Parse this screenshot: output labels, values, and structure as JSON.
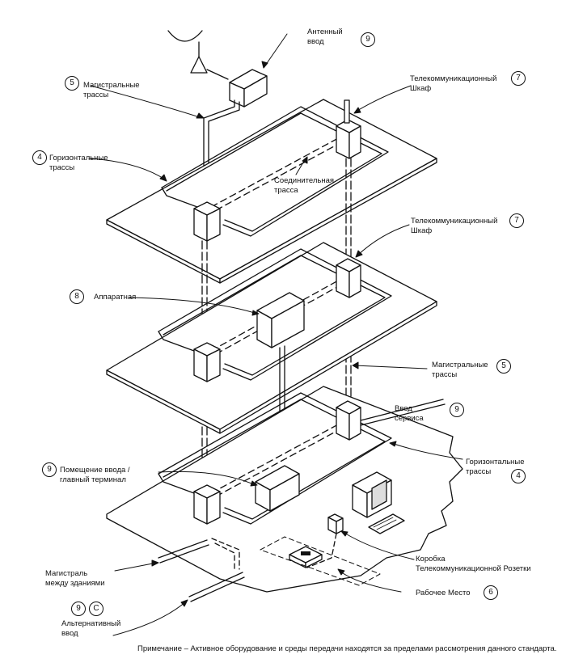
{
  "labels": {
    "antenna_entry": "Антенный\nввод",
    "backbone_top": "Магистральные\nтрассы",
    "horizontal_top": "Горизонтальные\nтрассы",
    "connecting_route": "Соединительная\nтрасса",
    "telecom_closet_top": "Телекоммуникационный\nШкаф",
    "telecom_closet_mid": "Телекоммуникационный\nШкаф",
    "equipment_room": "Аппаратная",
    "backbone_mid": "Магистральные\nтрассы",
    "service_entry": "Ввод\nсервиса",
    "entrance_facility": "Помещение ввода /\nглавный терминал",
    "horizontal_bottom": "Горизонтальные\nтрассы",
    "outlet_box": "Коробка\nТелекоммуникационной Розетки",
    "work_area": "Рабочее Место",
    "campus_backbone": "Магистраль\nмежду зданиями",
    "alternate_entry": "Альтернативный\nввод"
  },
  "numbers": {
    "antenna_entry": "9",
    "backbone_top": "5",
    "horizontal_top": "4",
    "telecom_closet_top": "7",
    "telecom_closet_mid": "7",
    "equipment_room": "8",
    "backbone_mid": "5",
    "service_entry": "9",
    "entrance_facility": "9",
    "horizontal_bottom": "4",
    "work_area": "6",
    "alternate_entry": "9",
    "alternate_entry_c": "C"
  },
  "note": "Примечание – Активное оборудование и среды передачи находятся за пределами рассмотрения данного стандарта."
}
